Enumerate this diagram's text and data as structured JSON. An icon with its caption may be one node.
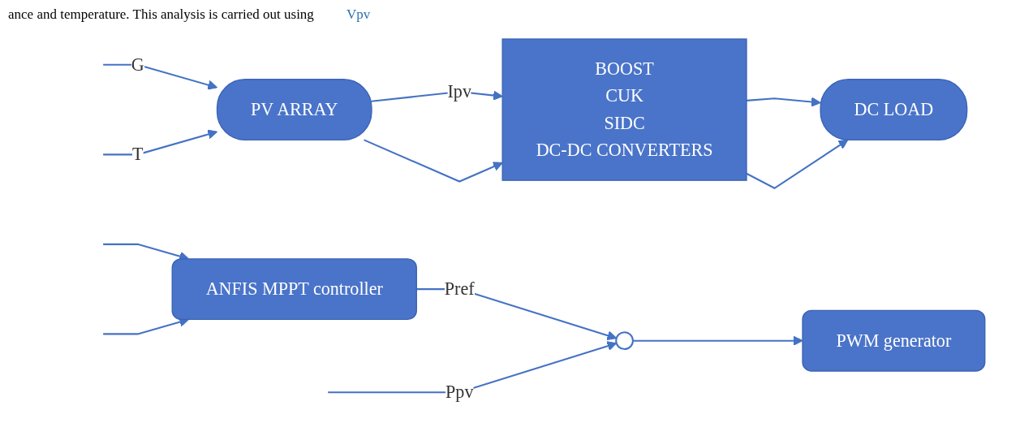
{
  "diagram": {
    "nodes": [
      {
        "text": [
          "ANFIS MPPT controller"
        ]
      },
      {
        "text": [],
        "shape": "circle"
      },
      {
        "text": [
          "PWM generator"
        ]
      },
      {
        "text": [
          "PV ARRAY"
        ]
      },
      {
        "text": [
          "BOOST",
          "CUK",
          "SIDC",
          "DC-DC CONVERTERS"
        ]
      },
      {
        "text": [
          "DC LOAD"
        ]
      }
    ],
    "edges": [
      {
        "from": null,
        "to": 3,
        "arrow": "to",
        "label": "G"
      },
      {
        "from": null,
        "to": 0,
        "arrow": "to"
      },
      {
        "from": null,
        "to": 3,
        "arrow": "to",
        "label": "T"
      },
      {
        "from": null,
        "to": 0,
        "arrow": "to"
      },
      {
        "from": 0,
        "to": 1,
        "arrow": "to",
        "label": "Pref"
      },
      {
        "from": null,
        "to": 1,
        "arrow": "to",
        "label": "Ppv"
      },
      {
        "from": 1,
        "to": 2,
        "arrow": "to"
      },
      {
        "from": 3,
        "to": 4,
        "arrow": "to",
        "label": "Ipv"
      },
      {
        "from": 3,
        "to": 4,
        "arrow": "to"
      },
      {
        "from": 4,
        "to": 5,
        "arrow": "to"
      },
      {
        "from": 4,
        "to": 5,
        "arrow": "to"
      }
    ],
    "labels": [
      "ance and temperature. This analysis is carried out using",
      "Vpv"
    ]
  }
}
